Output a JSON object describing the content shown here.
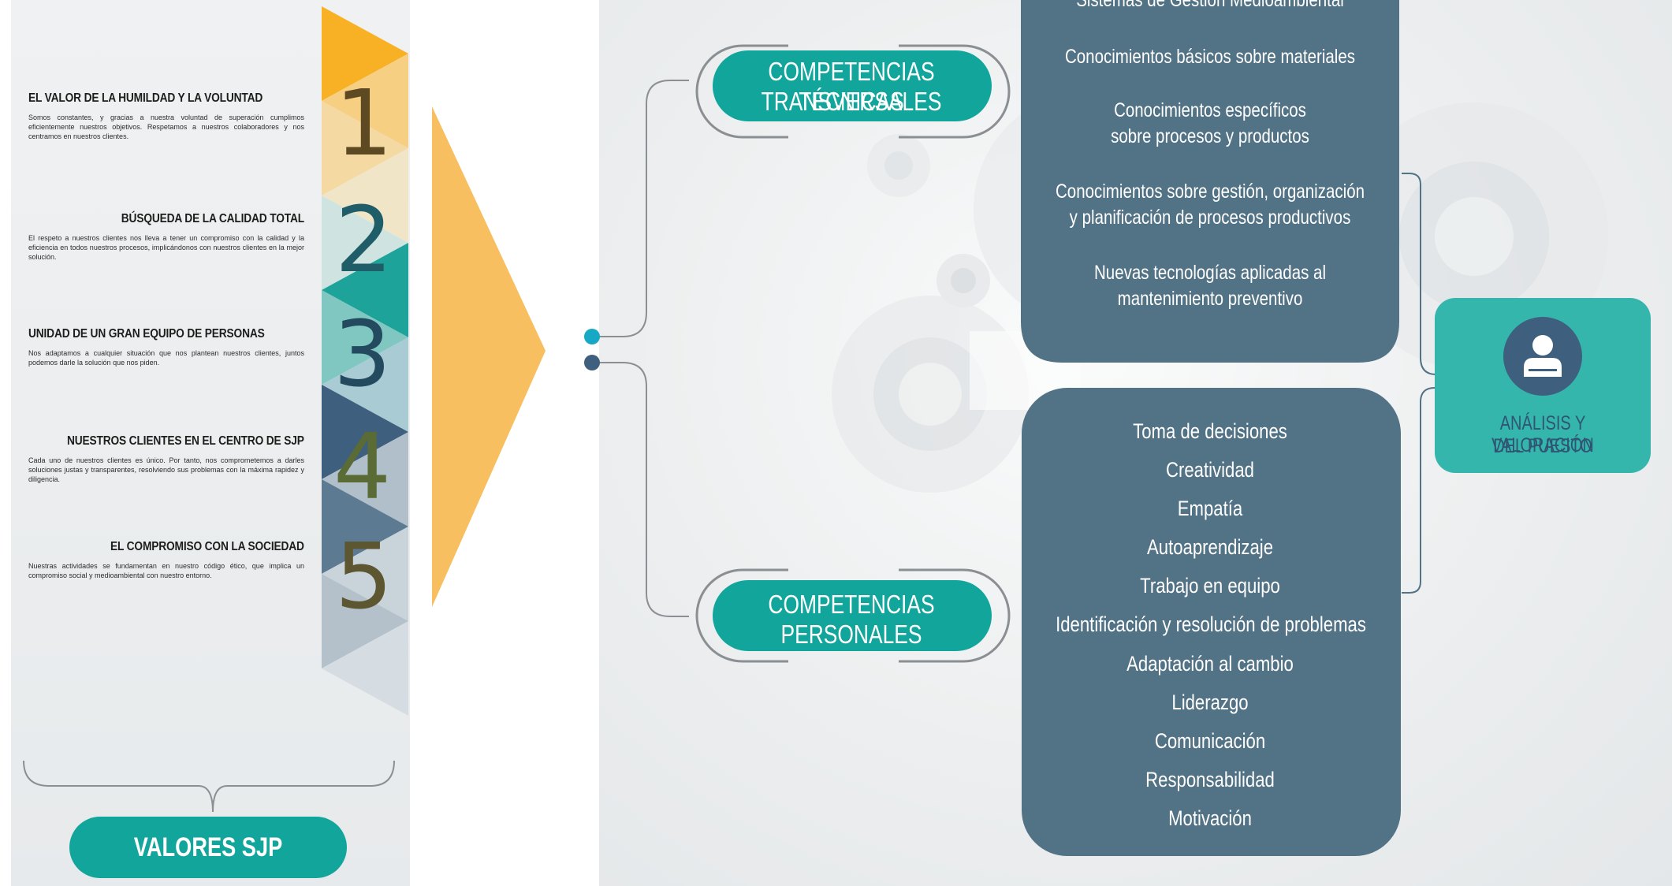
{
  "colors": {
    "teal": "#12a59b",
    "slate": "#527285",
    "orange": "#f8b124",
    "navy": "#3e5f7d"
  },
  "values": {
    "items": [
      {
        "number": "1",
        "title": "EL VALOR DE LA HUMILDAD Y LA VOLUNTAD",
        "text": "Somos constantes, y gracias a nuestra voluntad de superación cumplimos eficientemente nuestros objetivos. Respetamos a nuestros colaboradores y nos centramos en nuestros clientes."
      },
      {
        "number": "2",
        "title": "BÚSQUEDA DE LA CALIDAD TOTAL",
        "text": "El respeto a nuestros clientes nos lleva a tener un compromiso con la calidad y la eficiencia en todos nuestros procesos, implicándonos con nuestros clientes en la mejor solución."
      },
      {
        "number": "3",
        "title": "UNIDAD DE UN GRAN EQUIPO DE PERSONAS",
        "text": "Nos adaptamos a cualquier situación que nos plantean nuestros clientes, juntos podemos darle la solución que nos piden."
      },
      {
        "number": "4",
        "title": "NUESTROS CLIENTES EN EL CENTRO DE SJP",
        "text": "Cada uno de nuestros clientes es único. Por tanto, nos comprometemos a darles soluciones justas y transparentes, resolviendo sus problemas con la máxima rapidez y diligencia."
      },
      {
        "number": "5",
        "title": "EL COMPROMISO CON LA SOCIEDAD",
        "text": "Nuestras actividades se fundamentan en nuestro código ético, que implica un compromiso social y medioambiental con nuestro entorno."
      }
    ],
    "badge": "VALORES SJP"
  },
  "tech": {
    "label_line1": "COMPETENCIAS TÉCNICAS",
    "label_line2": "TRANSVERSALES",
    "items": [
      "Sistemas de Gestión Medioambiental",
      "Conocimientos básicos sobre materiales",
      "Conocimientos específicos sobre procesos y productos",
      "Conocimientos sobre gestión, organización y planificación de procesos productivos",
      "Nuevas tecnologías aplicadas al mantenimiento preventivo"
    ]
  },
  "personal": {
    "label_line1": "COMPETENCIAS",
    "label_line2": "PERSONALES",
    "items": [
      "Toma de decisiones",
      "Creatividad",
      "Empatía",
      "Autoaprendizaje",
      "Trabajo en equipo",
      "Identificación y resolución de problemas",
      "Adaptación al cambio",
      "Liderazgo",
      "Comunicación",
      "Responsabilidad",
      "Motivación"
    ]
  },
  "analysis": {
    "line1": "ANÁLISIS Y VALORACIÓN",
    "line2": "DEL PUESTO",
    "icon": "user-icon"
  }
}
